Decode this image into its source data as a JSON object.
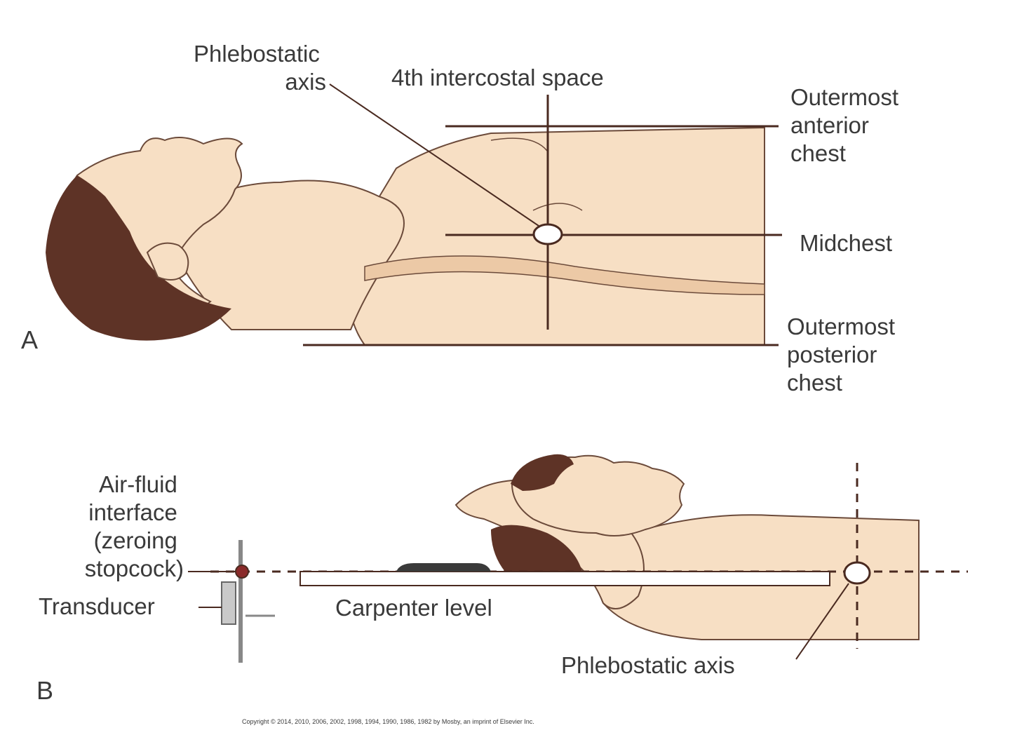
{
  "colors": {
    "skin": "#f7dfc4",
    "skin_shadow": "#ecc9a6",
    "outline": "#6b4a3a",
    "hair": "#5e3326",
    "guide_line": "#4a2a20",
    "text": "#3a3a3a"
  },
  "panel_a": {
    "label": "A",
    "phlebostatic_axis": [
      "Phlebostatic",
      "axis"
    ],
    "intercostal": "4th intercostal space",
    "outermost_anterior": [
      "Outermost",
      "anterior",
      "chest"
    ],
    "midchest": "Midchest",
    "outermost_posterior": [
      "Outermost",
      "posterior",
      "chest"
    ]
  },
  "panel_b": {
    "label": "B",
    "air_fluid": [
      "Air-fluid",
      "interface",
      "(zeroing",
      "stopcock)"
    ],
    "transducer": "Transducer",
    "carpenter_level": "Carpenter level",
    "phlebostatic_axis": "Phlebostatic axis"
  },
  "copyright": "Copyright © 2014, 2010, 2006, 2002, 1998, 1994, 1990, 1986, 1982 by Mosby, an imprint of Elsevier Inc."
}
